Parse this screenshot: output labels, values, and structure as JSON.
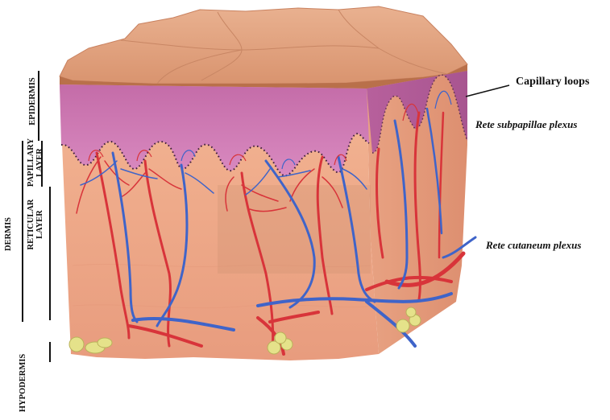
{
  "labels": {
    "capillary_loops": "Capillary loops",
    "rete_subpapillae": "Rete subpapillae plexus",
    "rete_cutaneum": "Rete cutaneum plexus",
    "epidermis": "EPIDERMIS",
    "dermis": "DERMIS",
    "papillary_layer_1": "PAPILLARY",
    "papillary_layer_2": "LAYER",
    "reticular_layer_1": "RETICULAR",
    "reticular_layer_2": "LAYER",
    "hypodermis": "HYPODERMIS"
  },
  "colors": {
    "surface": "#e0a07a",
    "surface_edge": "#c98260",
    "epidermis": "#c974ac",
    "epidermis_dark": "#a85a90",
    "dermis": "#f0ab8a",
    "dermis_dark": "#df9575",
    "artery": "#d8343a",
    "vein": "#3f64c9",
    "fat": "#e5e28a"
  }
}
